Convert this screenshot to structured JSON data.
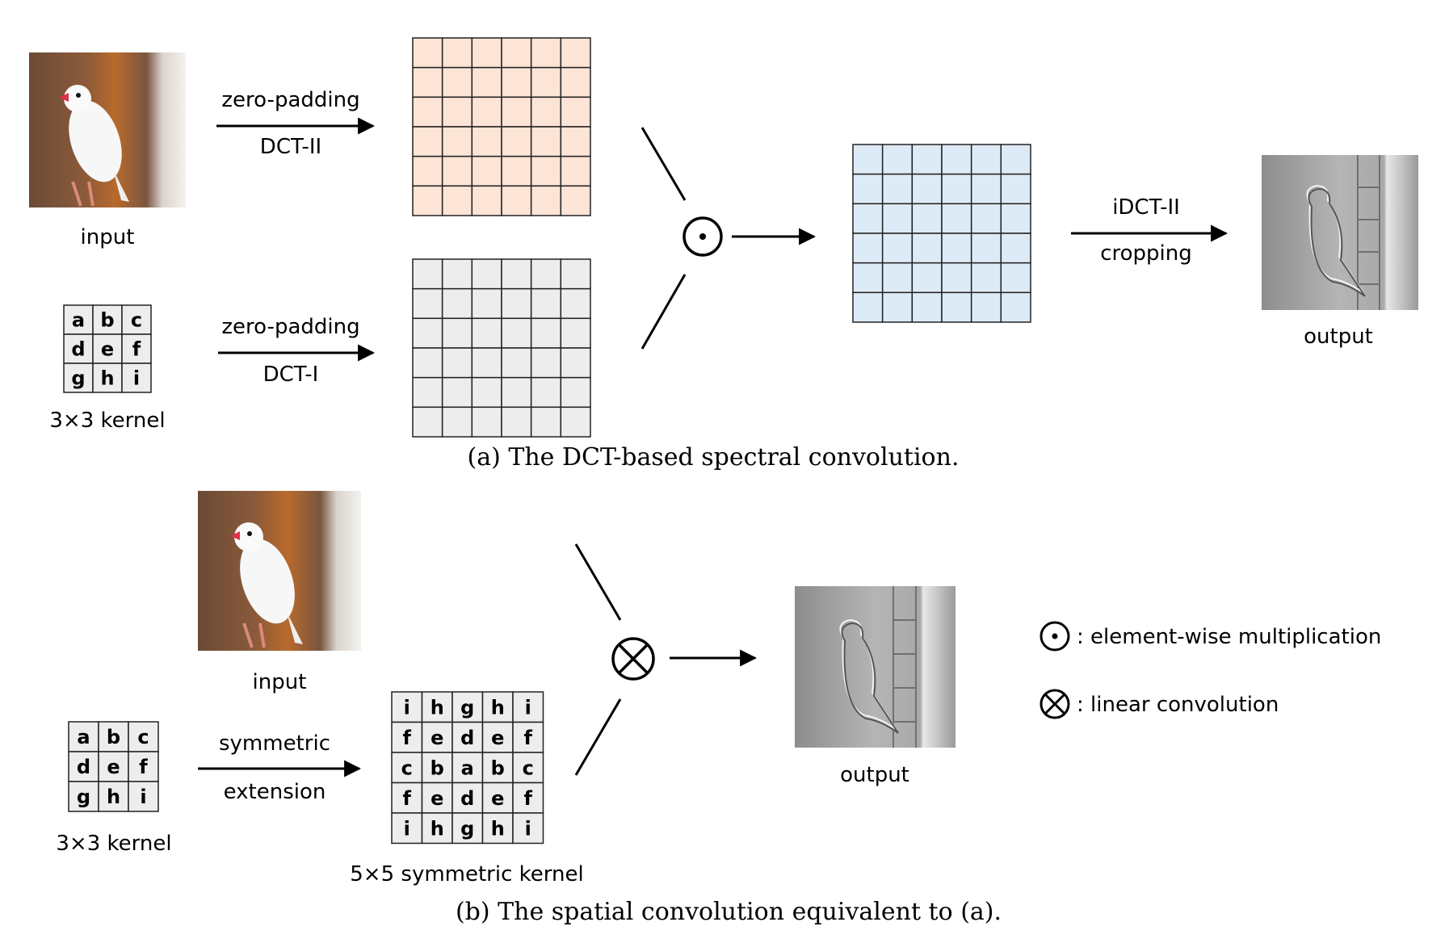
{
  "panel_a": {
    "input_label": "input",
    "kernel_label": "3×3 kernel",
    "kernel_cells": [
      "a",
      "b",
      "c",
      "d",
      "e",
      "f",
      "g",
      "h",
      "i"
    ],
    "arrow_top_line1": "zero-padding",
    "arrow_top_line2": "DCT-II",
    "arrow_bottom_line1": "zero-padding",
    "arrow_bottom_line2": "DCT-I",
    "grid_size": 6,
    "grid_top_color": "#fce4d6",
    "grid_bottom_color": "#ededed",
    "grid_product_color": "#ddebf7",
    "operator_symbol": "⊙",
    "arrow_out_line1": "iDCT-II",
    "arrow_out_line2": "cropping",
    "output_label": "output",
    "caption": "(a)  The DCT-based spectral convolution."
  },
  "panel_b": {
    "input_label": "input",
    "kernel_label": "3×3 kernel",
    "kernel_cells": [
      "a",
      "b",
      "c",
      "d",
      "e",
      "f",
      "g",
      "h",
      "i"
    ],
    "arrow_line1": "symmetric",
    "arrow_line2": "extension",
    "sym_kernel_label": "5×5 symmetric kernel",
    "sym_kernel_cells": [
      [
        "i",
        "h",
        "g",
        "h",
        "i"
      ],
      [
        "f",
        "e",
        "d",
        "e",
        "f"
      ],
      [
        "c",
        "b",
        "a",
        "b",
        "c"
      ],
      [
        "f",
        "e",
        "d",
        "e",
        "f"
      ],
      [
        "i",
        "h",
        "g",
        "h",
        "i"
      ]
    ],
    "operator_symbol": "⊗",
    "output_label": "output",
    "caption": "(b)  The spatial convolution equivalent to (a)."
  },
  "legend": {
    "items": [
      {
        "symbol": "⊙",
        "text": ": element-wise multiplication"
      },
      {
        "symbol": "⊗",
        "text": ": linear convolution"
      }
    ]
  }
}
